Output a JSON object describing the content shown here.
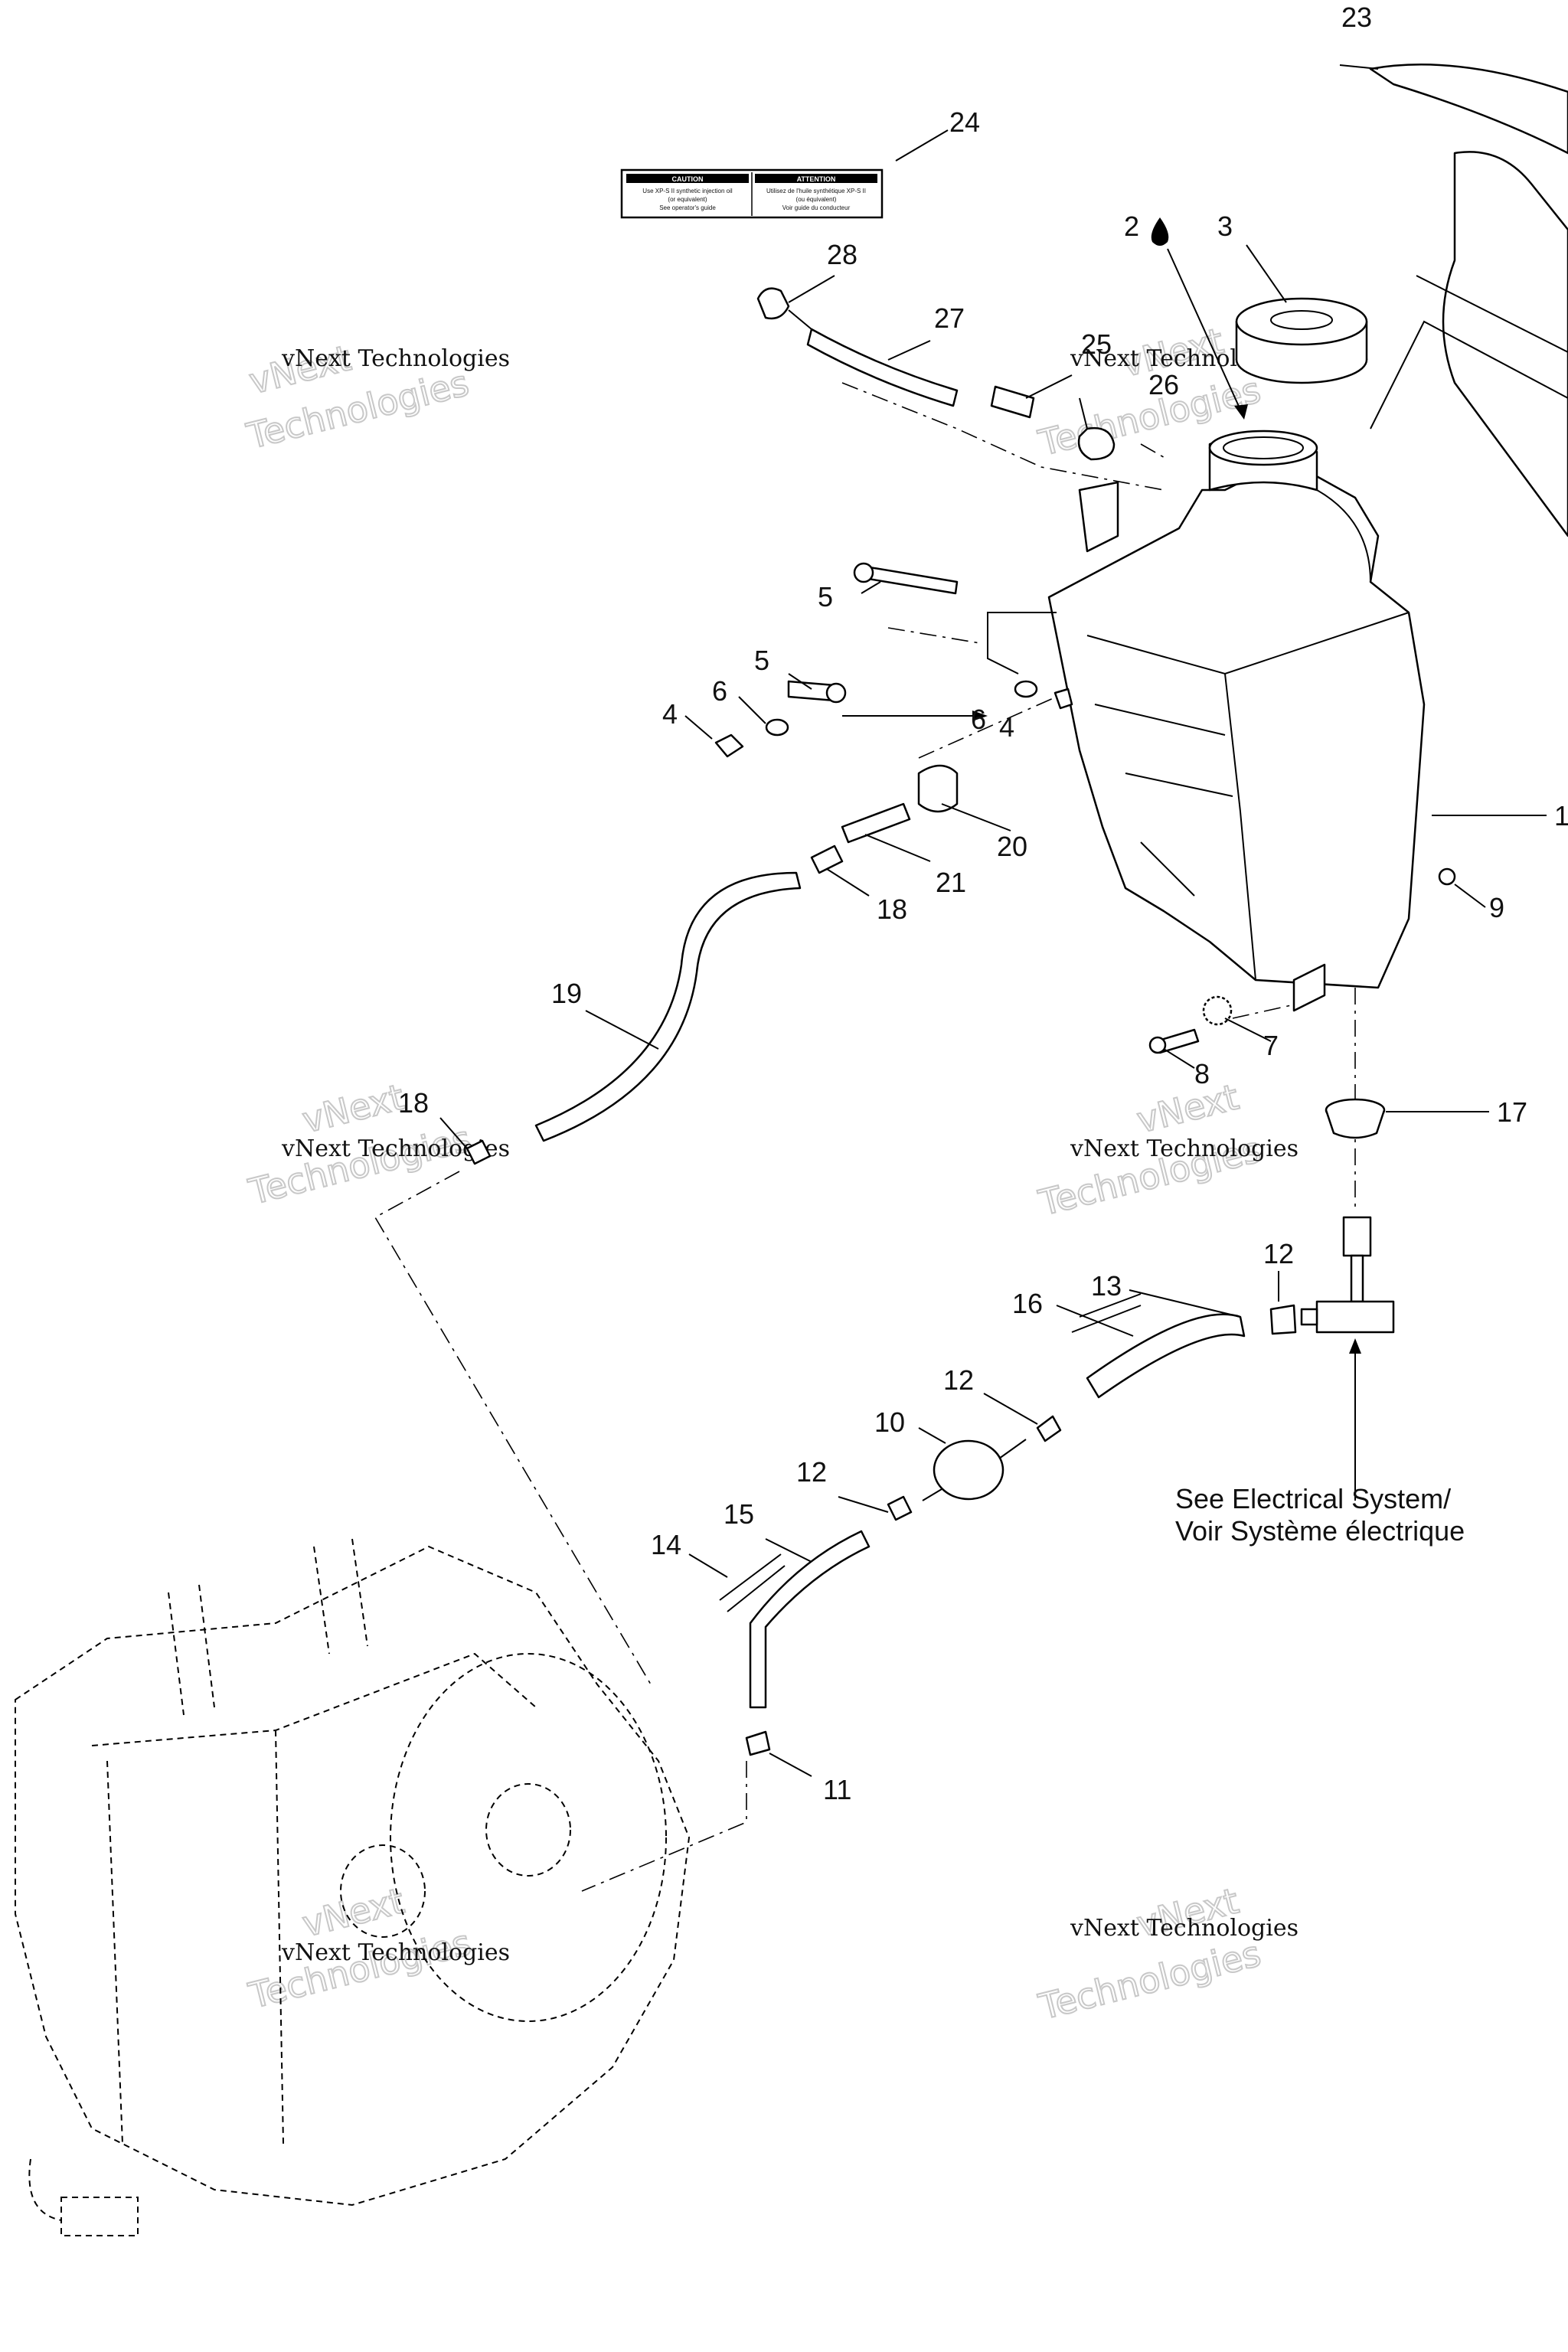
{
  "callouts": [
    {
      "id": "1",
      "text": "1"
    },
    {
      "id": "2",
      "text": "2"
    },
    {
      "id": "3",
      "text": "3"
    },
    {
      "id": "4a",
      "text": "4"
    },
    {
      "id": "4b",
      "text": "4"
    },
    {
      "id": "5a",
      "text": "5"
    },
    {
      "id": "5b",
      "text": "5"
    },
    {
      "id": "6a",
      "text": "6"
    },
    {
      "id": "6b",
      "text": "6"
    },
    {
      "id": "7",
      "text": "7"
    },
    {
      "id": "8",
      "text": "8"
    },
    {
      "id": "9",
      "text": "9"
    },
    {
      "id": "10",
      "text": "10"
    },
    {
      "id": "11",
      "text": "11"
    },
    {
      "id": "12a",
      "text": "12"
    },
    {
      "id": "12b",
      "text": "12"
    },
    {
      "id": "12c",
      "text": "12"
    },
    {
      "id": "13",
      "text": "13"
    },
    {
      "id": "14",
      "text": "14"
    },
    {
      "id": "15",
      "text": "15"
    },
    {
      "id": "16",
      "text": "16"
    },
    {
      "id": "17",
      "text": "17"
    },
    {
      "id": "18a",
      "text": "18"
    },
    {
      "id": "18b",
      "text": "18"
    },
    {
      "id": "19",
      "text": "19"
    },
    {
      "id": "20",
      "text": "20"
    },
    {
      "id": "21",
      "text": "21"
    },
    {
      "id": "23",
      "text": "23"
    },
    {
      "id": "24",
      "text": "24"
    },
    {
      "id": "25",
      "text": "25"
    },
    {
      "id": "26",
      "text": "26"
    },
    {
      "id": "27",
      "text": "27"
    },
    {
      "id": "28",
      "text": "28"
    }
  ],
  "note": {
    "line1": "See Electrical System/",
    "line2": "Voir Système électrique"
  },
  "watermark": {
    "line1": "vNext Technologies",
    "line2": "vNext",
    "line3": "Technologies"
  },
  "warning_label": {
    "left_title": "CAUTION",
    "right_title": "ATTENTION",
    "left_line1": "Use XP-S II synthetic injection oil",
    "left_line2": "(or equivalent)",
    "left_line3": "See operator's guide",
    "right_line1": "Utilisez de l'huile synthétique XP-S II",
    "right_line2": "(ou équivalent)",
    "right_line3": "Voir guide du conducteur"
  }
}
